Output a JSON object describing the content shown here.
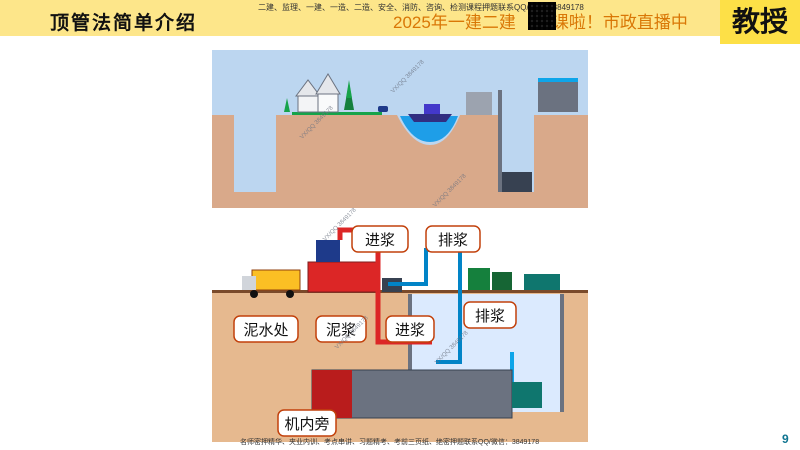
{
  "header": {
    "title": "顶管法简单介绍",
    "ad_small": "二建、监理、一建、一造、二造、安全、消防、咨询、检测课程押题联系QQ/微信：3849178",
    "ad_big": "2025年一建二建",
    "ad_big_tail": "课啦！市政直播中",
    "brand": "教授"
  },
  "scene2": {
    "labels": {
      "slurry_treatment": "泥水处",
      "slurry": "泥浆",
      "inlet_left": "进浆",
      "inlet_top": "进浆",
      "discharge_top": "排浆",
      "discharge_right": "排浆",
      "machine_side": "机内旁"
    }
  },
  "watermarks": [
    "VX/QQ 3849178"
  ],
  "footer": "名师密押精华、夹业内训、考点串讲、习题精考、考前三页纸、绝密押题联系QQ/微信：3849178",
  "page_number": "9",
  "colors": {
    "topbar": "#fde68a",
    "sky": "#bcd6f0",
    "soil": "#d9a98a",
    "brand": "#fde047"
  }
}
